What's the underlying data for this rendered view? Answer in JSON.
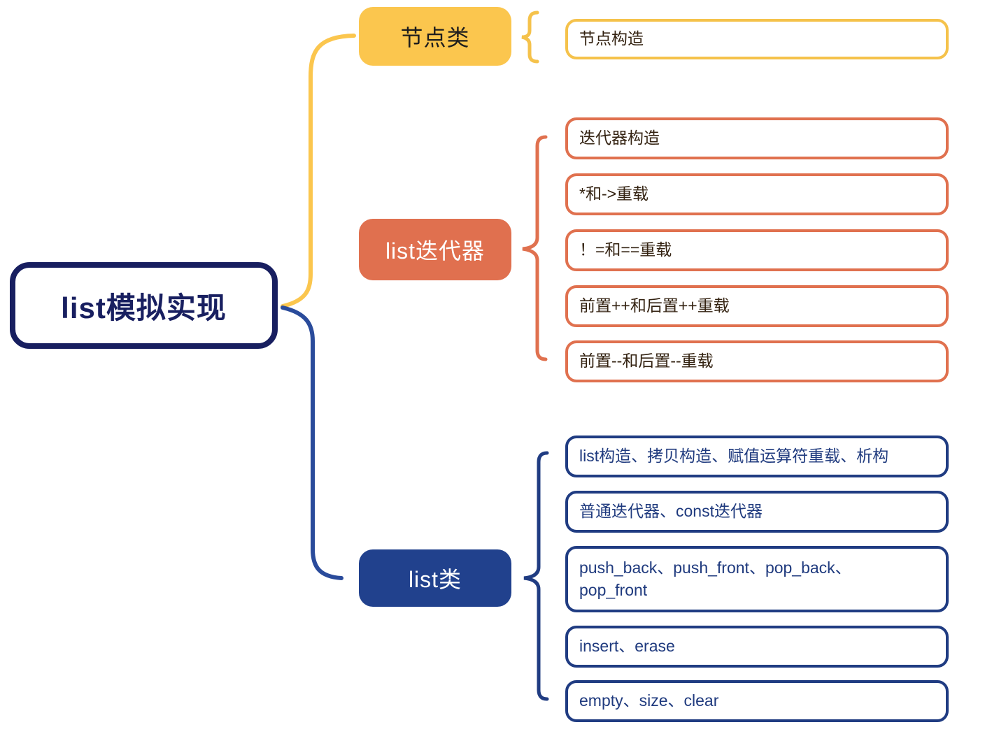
{
  "root": {
    "label": "list模拟实现"
  },
  "branches": [
    {
      "label": "节点类",
      "fill": "#FBC64E",
      "label_color": "#1d1d1d",
      "line_color": "#FBC64E",
      "children": [
        "节点构造"
      ]
    },
    {
      "label": "list迭代器",
      "fill": "#E0704F",
      "label_color": "#ffffff",
      "line_color": "#E0714F",
      "children": [
        "迭代器构造",
        "*和->重载",
        "！=和==重载",
        "前置++和后置++重载",
        "前置--和后置--重载"
      ]
    },
    {
      "label": "list类",
      "fill": "#21418D",
      "label_color": "#ffffff",
      "line_color": "#2A4B9B",
      "children": [
        "list构造、拷贝构造、赋值运算符重载、析构",
        "普通迭代器、const迭代器",
        "push_back、push_front、pop_back、\npop_front",
        "insert、erase",
        "empty、size、clear"
      ]
    }
  ],
  "palette": {
    "root_border": "#181F60",
    "yellow": "#FBC64E",
    "yellow_border": "#F5C24B",
    "orange": "#E0704F",
    "navy_fill": "#21418D",
    "branch_blue_line": "#2A4B9B",
    "leaf_border_blue": "#203C82",
    "leaf_text_dark": "#332211",
    "leaf_text_blue": "#1F3A7E"
  }
}
